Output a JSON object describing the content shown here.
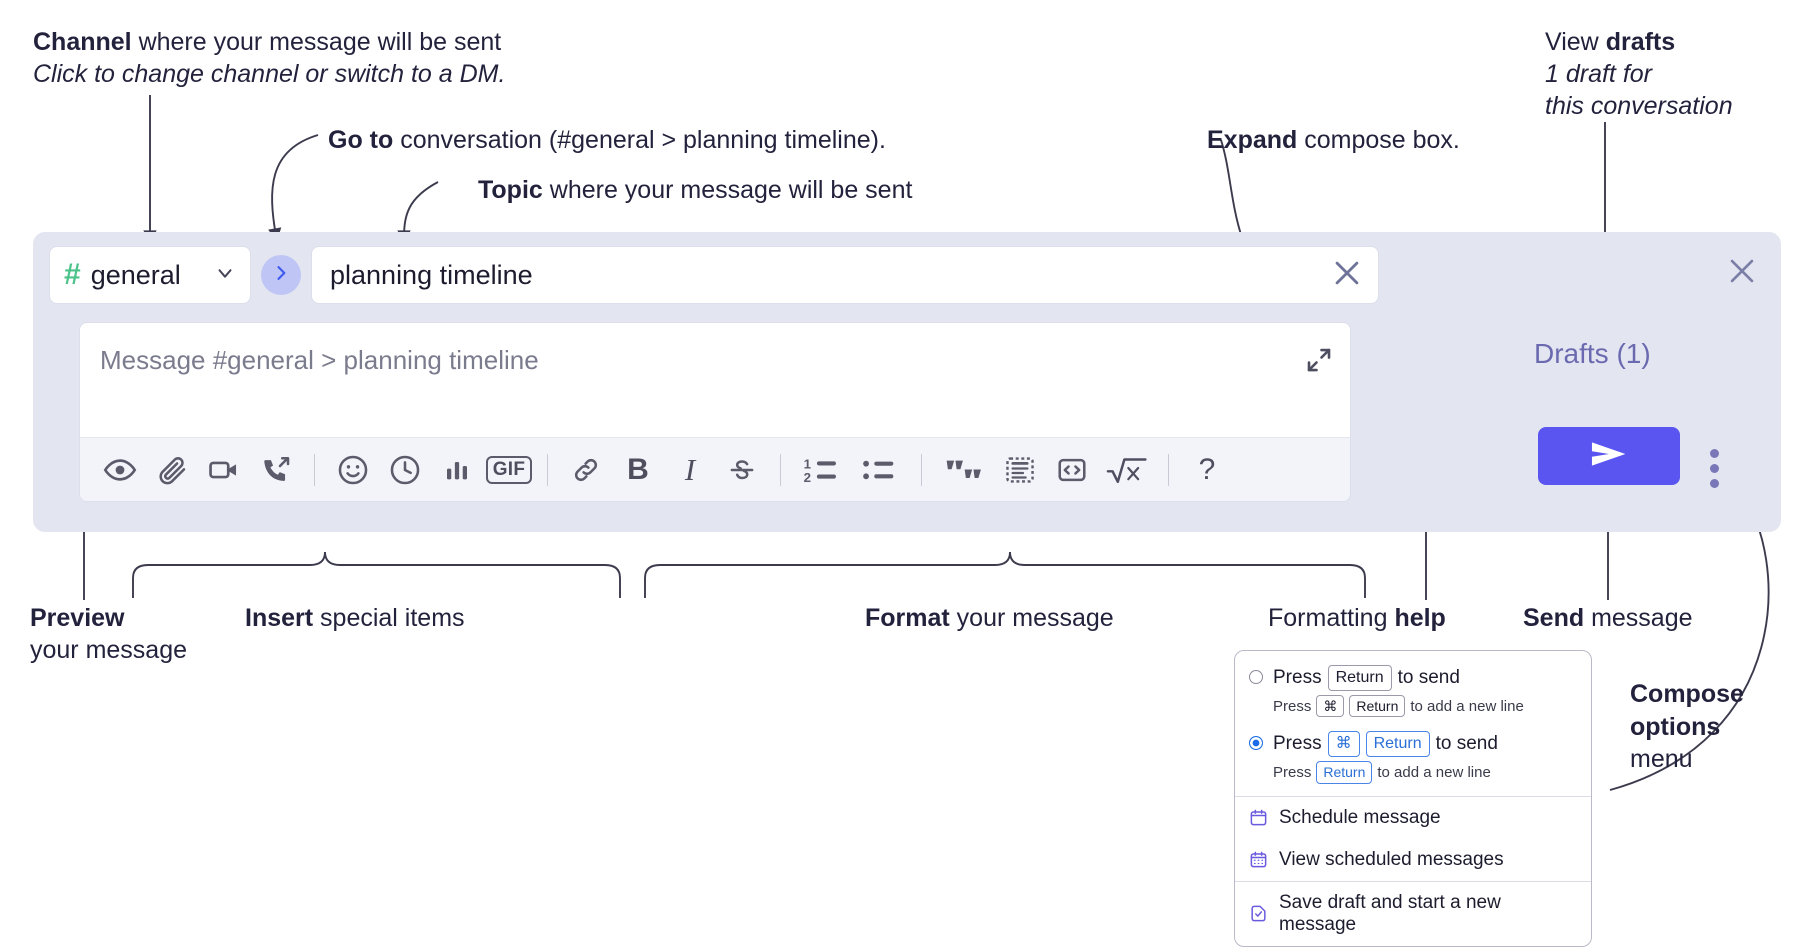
{
  "annotations": {
    "channel": {
      "bold": "Channel",
      "rest": " where your message will be sent",
      "sub": "Click to change channel or switch to a DM."
    },
    "goto": {
      "bold": "Go to",
      "rest": " conversation (#general > planning timeline)."
    },
    "topic": {
      "bold": "Topic",
      "rest": " where your message will be sent"
    },
    "expand": {
      "bold": "Expand",
      "rest": " compose box."
    },
    "drafts": {
      "bold_lead": "View ",
      "bold": "drafts",
      "sub1": "1 draft for",
      "sub2": "this conversation"
    },
    "preview": {
      "bold": "Preview",
      "line2": "your message"
    },
    "insert": {
      "bold": "Insert",
      "rest": " special items"
    },
    "format": {
      "bold": "Format",
      "rest": " your message"
    },
    "help": {
      "lead": "Formatting ",
      "bold": "help"
    },
    "send": {
      "bold": "Send",
      "rest": " message"
    },
    "compose_options": {
      "line1": "Compose",
      "line2": "options",
      "line3": "menu"
    }
  },
  "compose": {
    "channel": {
      "hash": "#",
      "name": "general",
      "chevron_icon": "chevron-down-icon"
    },
    "goto_button": {
      "icon": "chevron-right-icon"
    },
    "topic": {
      "value": "planning timeline",
      "clear_icon": "close-icon"
    },
    "message": {
      "placeholder": "Message #general > planning timeline",
      "value": "",
      "expand_icon": "expand-icon"
    },
    "drafts_label": "Drafts (1)",
    "close_icon": "close-icon",
    "send_icon": "send-icon",
    "kebab_icon": "more-vertical-icon",
    "toolbar": [
      {
        "name": "preview-button",
        "icon": "eye-icon",
        "label": ""
      },
      {
        "name": "attach-button",
        "icon": "paperclip-icon",
        "label": ""
      },
      {
        "name": "video-clip-button",
        "icon": "video-icon",
        "label": ""
      },
      {
        "name": "audio-clip-button",
        "icon": "phone-icon",
        "label": ""
      },
      {
        "name": "separator-1",
        "icon": "separator",
        "label": ""
      },
      {
        "name": "emoji-button",
        "icon": "emoji-icon",
        "label": ""
      },
      {
        "name": "reminder-button",
        "icon": "clock-icon",
        "label": ""
      },
      {
        "name": "poll-button",
        "icon": "bar-chart-icon",
        "label": ""
      },
      {
        "name": "gif-button",
        "icon": "gif-icon",
        "label": "GIF"
      },
      {
        "name": "separator-2",
        "icon": "separator",
        "label": ""
      },
      {
        "name": "link-button",
        "icon": "link-icon",
        "label": ""
      },
      {
        "name": "bold-button",
        "icon": "bold-icon",
        "label": "B"
      },
      {
        "name": "italic-button",
        "icon": "italic-icon",
        "label": "I"
      },
      {
        "name": "strikethrough-button",
        "icon": "strikethrough-icon",
        "label": ""
      },
      {
        "name": "separator-3",
        "icon": "separator",
        "label": ""
      },
      {
        "name": "ordered-list-button",
        "icon": "ordered-list-icon",
        "label": ""
      },
      {
        "name": "bulleted-list-button",
        "icon": "bulleted-list-icon",
        "label": ""
      },
      {
        "name": "separator-4",
        "icon": "separator",
        "label": ""
      },
      {
        "name": "blockquote-button",
        "icon": "quote-icon",
        "label": ""
      },
      {
        "name": "code-block-button",
        "icon": "code-block-icon",
        "label": ""
      },
      {
        "name": "code-button",
        "icon": "code-icon",
        "label": ""
      },
      {
        "name": "math-button",
        "icon": "math-icon",
        "label": ""
      },
      {
        "name": "separator-5",
        "icon": "separator",
        "label": ""
      },
      {
        "name": "formatting-help-button",
        "icon": "question-icon",
        "label": "?"
      }
    ]
  },
  "options_menu": {
    "radios": [
      {
        "selected": false,
        "main": [
          {
            "t": "text",
            "v": "Press"
          },
          {
            "t": "kbd",
            "v": "Return"
          },
          {
            "t": "text",
            "v": "to send"
          }
        ],
        "sub": [
          {
            "t": "text",
            "v": "Press"
          },
          {
            "t": "kbd",
            "v": "⌘"
          },
          {
            "t": "kbd",
            "v": "Return"
          },
          {
            "t": "text",
            "v": "to add a new line"
          }
        ]
      },
      {
        "selected": true,
        "main": [
          {
            "t": "text",
            "v": "Press"
          },
          {
            "t": "kbdb",
            "v": "⌘"
          },
          {
            "t": "kbdb",
            "v": "Return"
          },
          {
            "t": "text",
            "v": "to send"
          }
        ],
        "sub": [
          {
            "t": "text",
            "v": "Press"
          },
          {
            "t": "kbdb",
            "v": "Return"
          },
          {
            "t": "text",
            "v": "to add a new line"
          }
        ]
      }
    ],
    "items": [
      {
        "icon": "calendar-icon",
        "label": "Schedule message"
      },
      {
        "icon": "calendar-grid-icon",
        "label": "View scheduled messages"
      },
      {
        "icon": "save-draft-icon",
        "label": "Save draft and start a new message"
      }
    ]
  },
  "colors": {
    "panel_bg": "#e3e5f1",
    "accent_send": "#5a55f0",
    "hash_green": "#4cc38a",
    "goto_bg": "#bfc6f5",
    "drafts_text": "#6b6ab0",
    "menu_icon_purple": "#6a5ae0",
    "radio_blue": "#1a6ce8"
  }
}
